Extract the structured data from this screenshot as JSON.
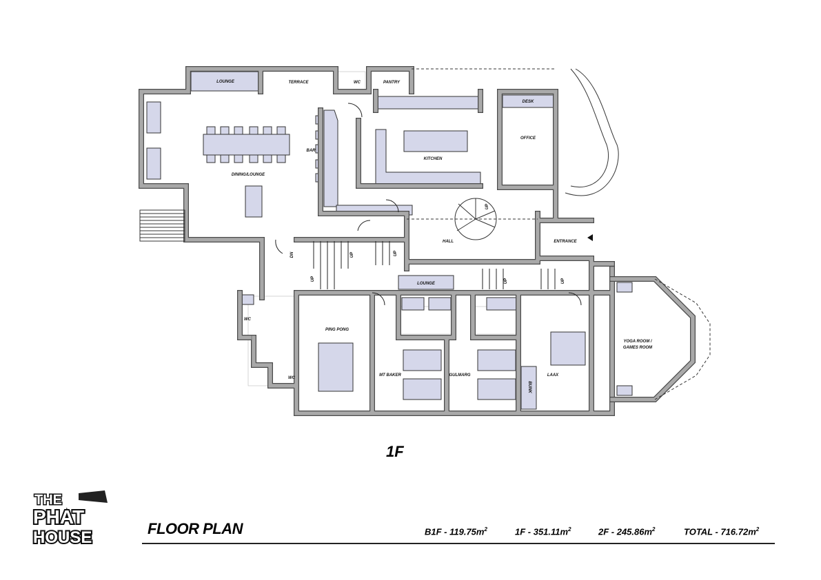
{
  "plan": {
    "floor": "1F",
    "rooms": {
      "lounge_top": "LOUNGE",
      "terrace": "TERRACE",
      "wc_top": "WC",
      "pantry": "PANTRY",
      "desk": "DESK",
      "office": "OFFICE",
      "kitchen": "KITCHEN",
      "bar": "BAR",
      "dining": "DINING/LOUNGE",
      "hall": "HALL",
      "entrance": "ENTRANCE",
      "lounge_lower": "LOUNGE",
      "ping_pong": "PING PONG",
      "wc_left": "WC",
      "wc_left2": "WC",
      "mt_baker": "MT BAKER",
      "gulmarg": "GULMARG",
      "bunk": "BUNK",
      "laax": "LAAX",
      "yoga_1": "YOGA ROOM /",
      "yoga_2": "GAMES ROOM"
    },
    "stairs": {
      "up": "UP",
      "dn": "DN"
    }
  },
  "footer": {
    "logo_text": "THE PHAT HOUSE",
    "title": "FLOOR PLAN",
    "areas": [
      {
        "label": "B1F - 119.75m",
        "sup": "2"
      },
      {
        "label": "1F - 351.11m",
        "sup": "2"
      },
      {
        "label": "2F - 245.86m",
        "sup": "2"
      },
      {
        "label": "TOTAL - 716.72m",
        "sup": "2"
      }
    ]
  },
  "colors": {
    "furniture": "#d5d7ea",
    "wall": "#a9a9a9"
  }
}
